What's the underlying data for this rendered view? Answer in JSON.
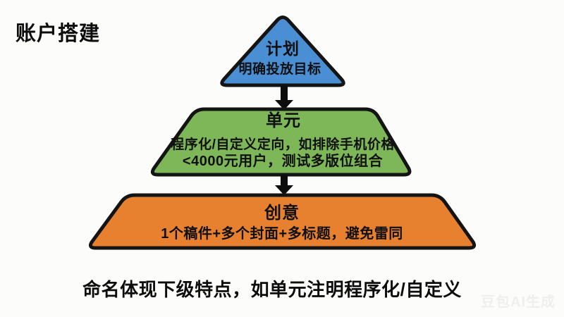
{
  "title": "账户搭建",
  "pyramid": {
    "levels": [
      {
        "name": "计划",
        "desc": "明确投放目标",
        "color": "#4a8ed3"
      },
      {
        "name": "单元",
        "desc_line1": "程序化/自定义定向，如排除手机价格",
        "desc_line2": "<4000元用户，测试多版位组合",
        "color": "#7db757"
      },
      {
        "name": "创意",
        "desc": "1个稿件+多个封面+多标题，避免雷同",
        "color": "#e8812f"
      }
    ]
  },
  "footer_note": "命名体现下级特点，如单元注明程序化/自定义",
  "watermark": "豆包AI生成",
  "colors": {
    "plan_blue": "#4a8ed3",
    "unit_green": "#7db757",
    "creative_orange": "#e8812f",
    "outline_black": "#141414",
    "arrow_black": "#0d0d0d",
    "background": "#fcfcfb",
    "text": "#101010",
    "watermark_gray": "#efefec"
  }
}
